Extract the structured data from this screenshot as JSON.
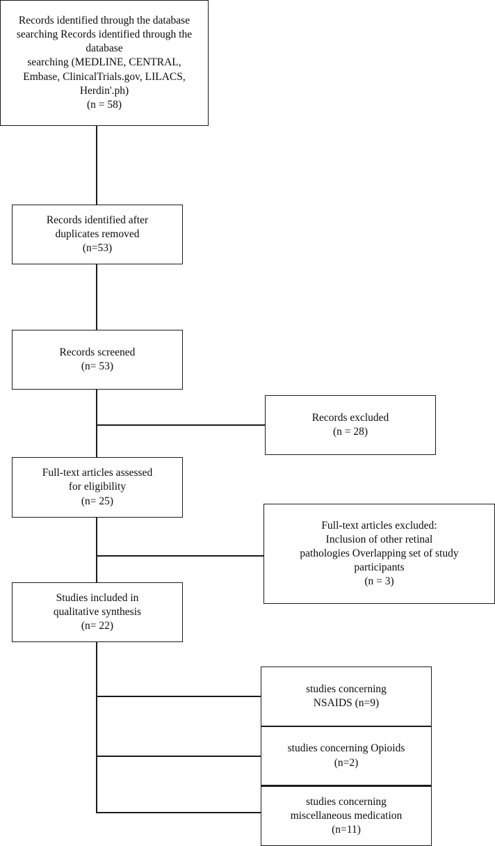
{
  "diagram": {
    "type": "prisma-flow-diagram",
    "title": "PRISMA study selection flow diagram",
    "colors": {
      "box_border": "#1a1a1a",
      "connector": "#1a1a1a",
      "background": "#ffffff",
      "text": "#0b0b0b"
    },
    "nodes": [
      {
        "id": "identification",
        "stage": "identification",
        "lines": [
          "Records identified through the database",
          "searching Records identified through the",
          "database",
          "searching (MEDLINE, CENTRAL,",
          "Embase, ClinicalTrials.gov, LILACS,",
          "Herdin'.ph)",
          "(n = 58)"
        ],
        "count": 58
      },
      {
        "id": "duplicates-removed",
        "stage": "identification",
        "lines": [
          "Records identified after",
          "duplicates removed",
          "(n=53)"
        ],
        "count": 53
      },
      {
        "id": "records-screened",
        "stage": "screening",
        "lines": [
          "Records screened",
          "(n= 53)"
        ],
        "count": 53
      },
      {
        "id": "records-excluded",
        "stage": "screening",
        "lines": [
          "Records excluded",
          "(n = 28)"
        ],
        "count": 28
      },
      {
        "id": "fulltext-assessed",
        "stage": "eligibility",
        "lines": [
          "Full-text articles assessed",
          "for eligibility",
          "(n= 25)"
        ],
        "count": 25
      },
      {
        "id": "fulltext-excluded",
        "stage": "eligibility",
        "lines": [
          "Full-text articles excluded:",
          "Inclusion of other retinal",
          "pathologies Overlapping set of study",
          "participants",
          "(n = 3)"
        ],
        "count": 3
      },
      {
        "id": "studies-included",
        "stage": "included",
        "lines": [
          "Studies included in",
          "qualitative synthesis",
          "(n= 22)"
        ],
        "count": 22
      },
      {
        "id": "studies-nsaids",
        "stage": "included",
        "lines": [
          "studies concerning",
          "NSAIDS (n=9)"
        ],
        "count": 9
      },
      {
        "id": "studies-opioids",
        "stage": "included",
        "lines": [
          "studies concerning Opioids",
          "(n=2)"
        ],
        "count": 2
      },
      {
        "id": "studies-miscellaneous",
        "stage": "included",
        "lines": [
          "studies concerning",
          "miscellaneous medication",
          "(n=11)"
        ],
        "count": 11
      }
    ]
  }
}
